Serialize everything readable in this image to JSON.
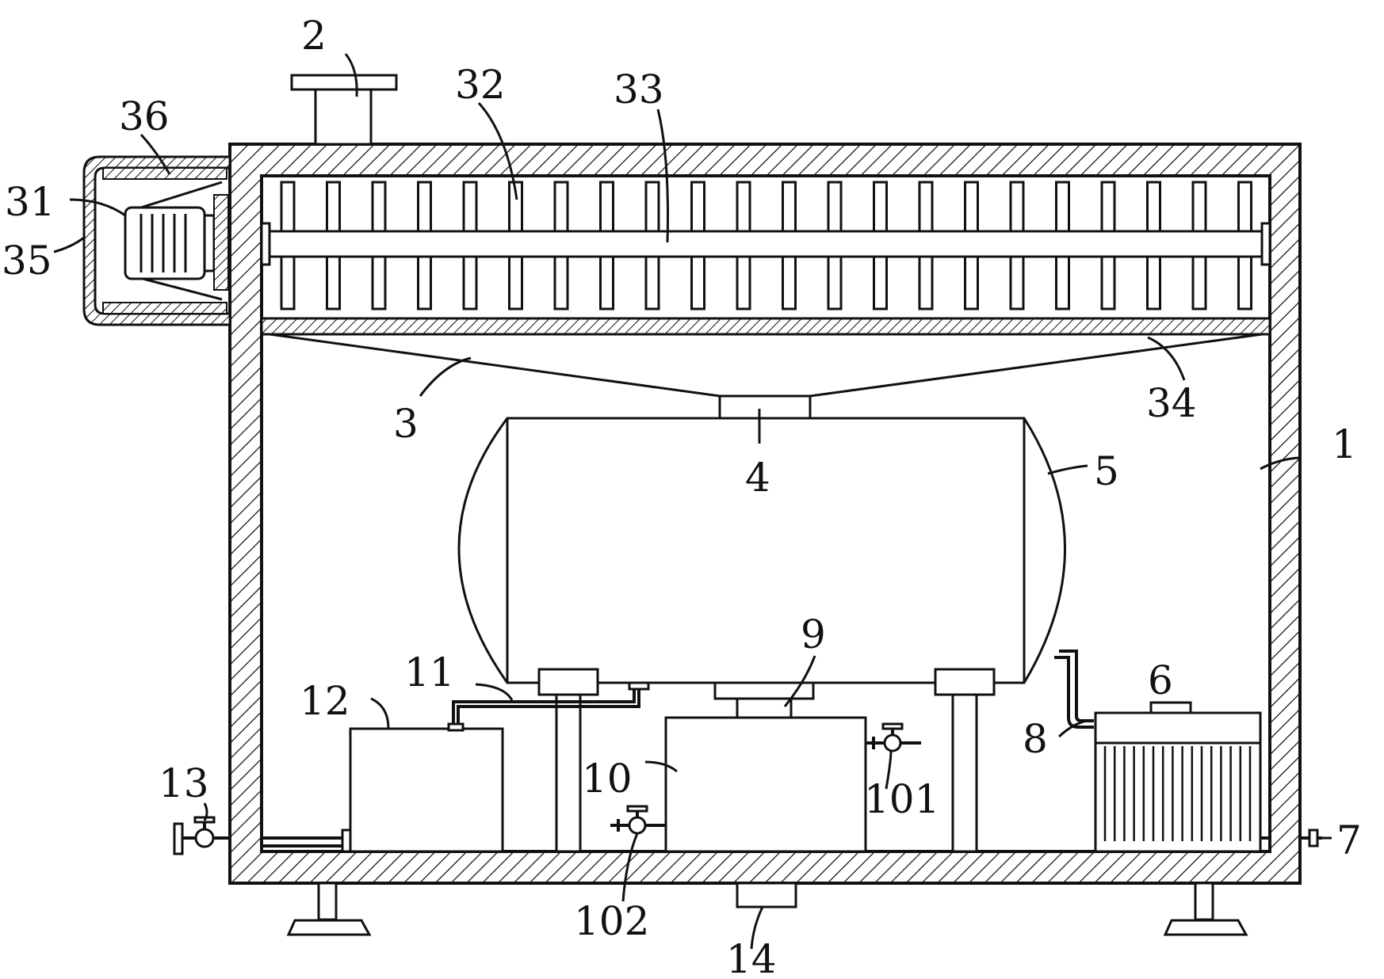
{
  "labels": {
    "l1": "1",
    "l2": "2",
    "l3": "3",
    "l4": "4",
    "l5": "5",
    "l6": "6",
    "l7": "7",
    "l8": "8",
    "l9": "9",
    "l10": "10",
    "l11": "11",
    "l12": "12",
    "l13": "13",
    "l14": "14",
    "l31": "31",
    "l32": "32",
    "l33": "33",
    "l34": "34",
    "l35": "35",
    "l36": "36",
    "l101": "101",
    "l102": "102"
  }
}
